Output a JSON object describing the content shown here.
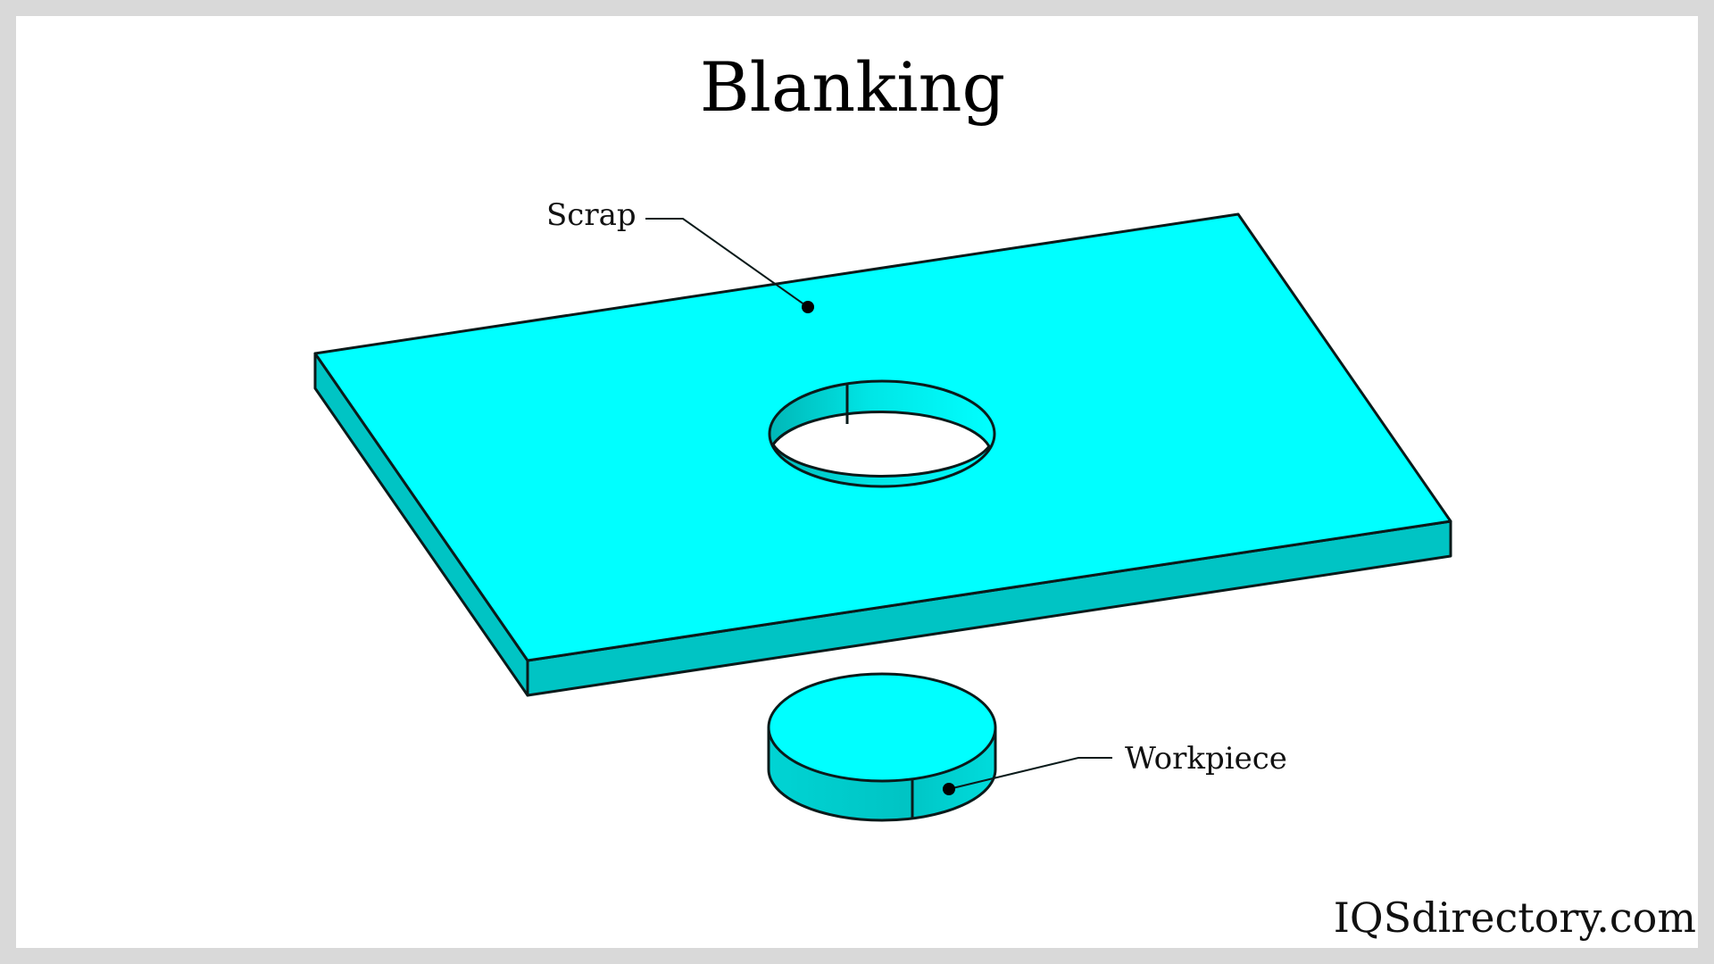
{
  "diagram": {
    "title": "Blanking",
    "labels": {
      "scrap": "Scrap",
      "workpiece": "Workpiece"
    },
    "watermark": "IQSdirectory.com"
  },
  "colors": {
    "sheet_top": "#00ffff",
    "sheet_edge": "#00c4c4",
    "outline": "#0a1a1a",
    "hole": "#ffffff",
    "frame_border": "#d9d9d9"
  }
}
